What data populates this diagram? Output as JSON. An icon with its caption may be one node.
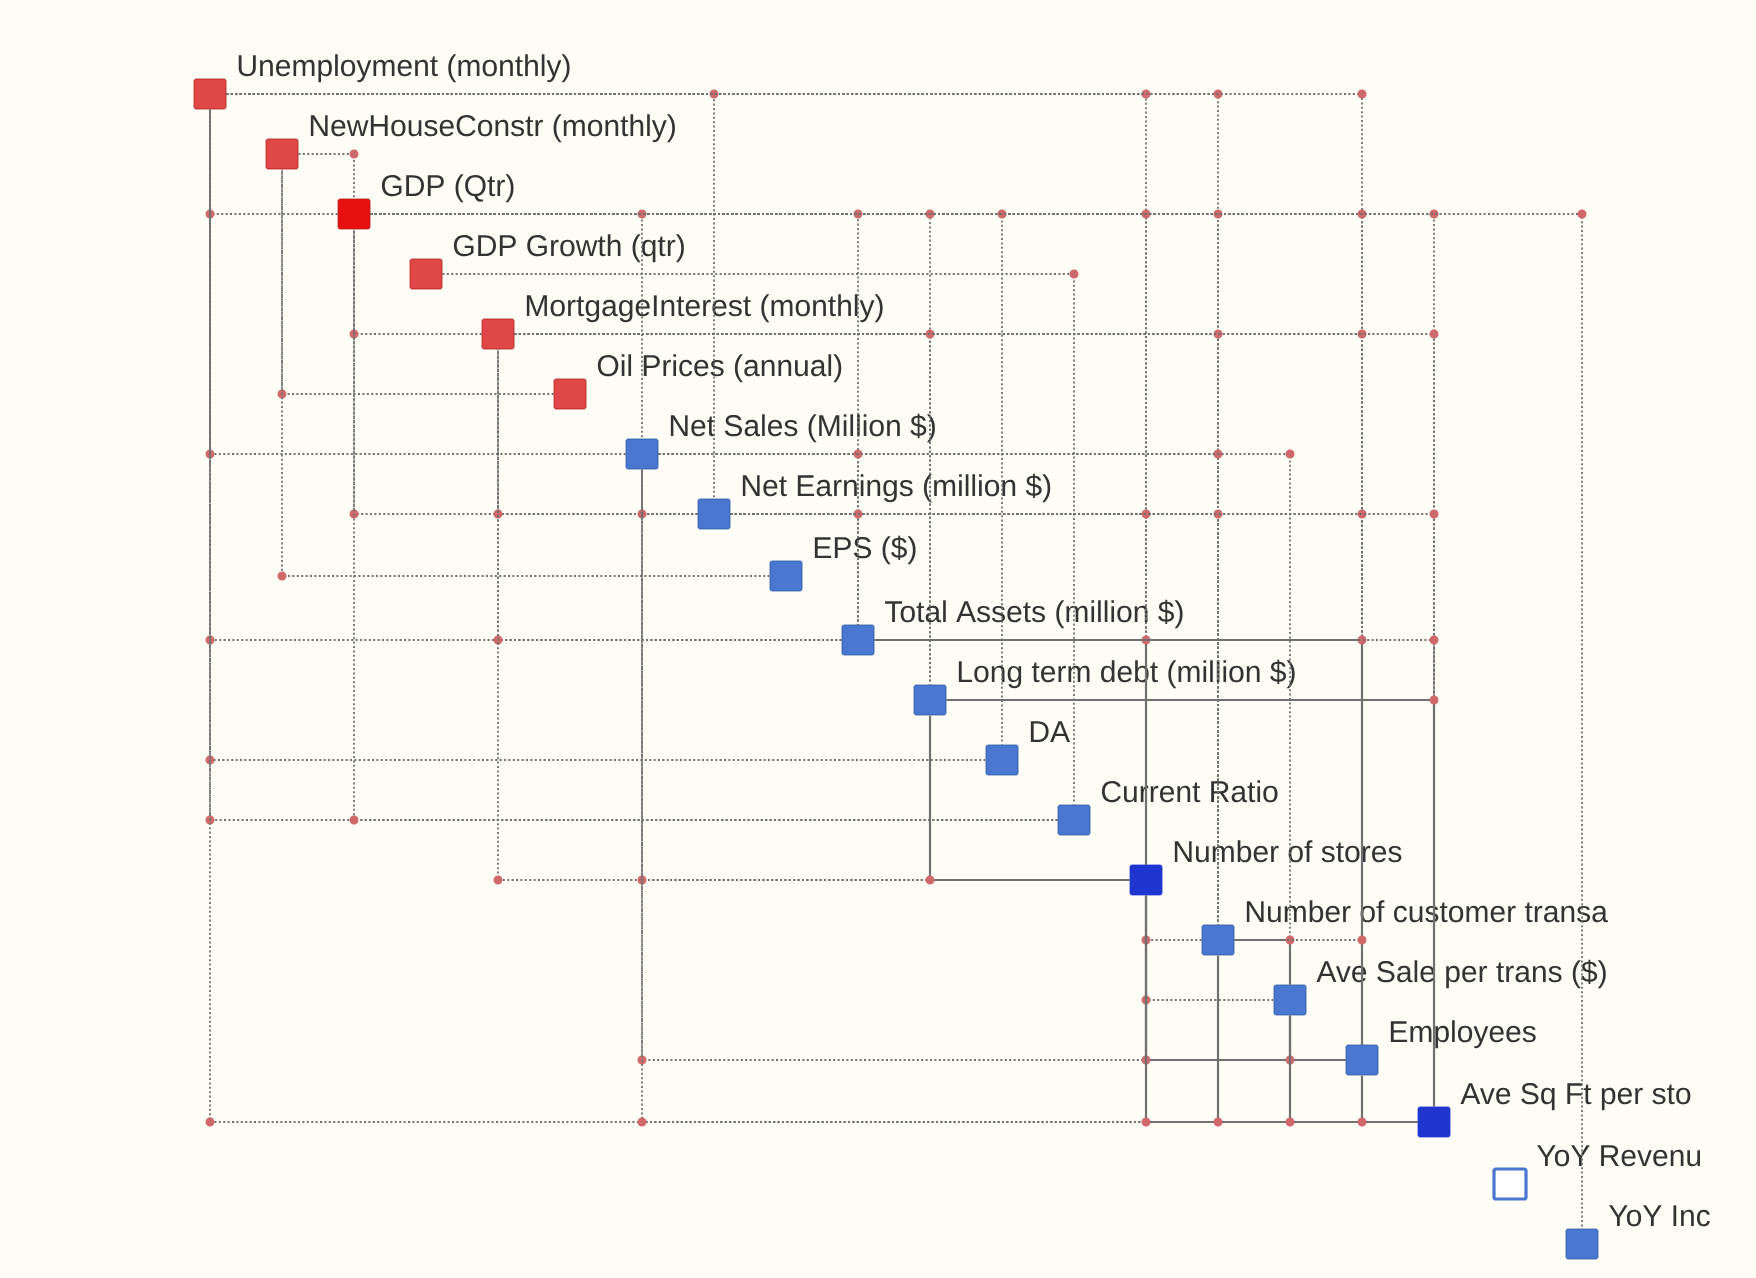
{
  "diagram": {
    "nodes": [
      {
        "text": [
          "Unemployment (monthly)"
        ]
      },
      {
        "text": [
          "NewHouseConstr (monthly)"
        ]
      },
      {
        "text": [
          "GDP (Qtr)"
        ]
      },
      {
        "text": [
          "GDP Growth (qtr)"
        ]
      },
      {
        "text": [
          "MortgageInterest (monthly)"
        ]
      },
      {
        "text": [
          "Oil Prices (annual)"
        ]
      },
      {
        "text": [
          "Net Sales (Million $)"
        ]
      },
      {
        "text": [
          "Net Earnings (million $)"
        ]
      },
      {
        "text": [
          "EPS ($)"
        ]
      },
      {
        "text": [
          "Total Assets (million $)"
        ]
      },
      {
        "text": [
          "Long term debt (million $)"
        ]
      },
      {
        "text": [
          "DA"
        ]
      },
      {
        "text": [
          "Current Ratio"
        ]
      },
      {
        "text": [
          "Number of stores"
        ]
      },
      {
        "text": [
          "Number of customer transa"
        ]
      },
      {
        "text": [
          "Ave Sale per trans ($)"
        ]
      },
      {
        "text": [
          "Employees"
        ]
      },
      {
        "text": [
          "Ave Sq Ft per sto"
        ]
      },
      {
        "text": [
          "YoY Revenu"
        ]
      },
      {
        "text": [
          "YoY Inc"
        ]
      }
    ],
    "edges": [
      {
        "from": 0,
        "to": 7,
        "arrow": "none",
        "style": "dashed"
      },
      {
        "from": 0,
        "to": 13,
        "arrow": "none",
        "style": "dashed"
      },
      {
        "from": 0,
        "to": 14,
        "arrow": "none",
        "style": "dashed"
      },
      {
        "from": 0,
        "to": 16,
        "arrow": "none",
        "style": "dashed"
      },
      {
        "from": 1,
        "to": 2,
        "arrow": "none",
        "style": "dashed"
      },
      {
        "from": 2,
        "to": 0,
        "arrow": "none",
        "style": "dashed"
      },
      {
        "from": 2,
        "to": 6,
        "arrow": "none",
        "style": "dashed"
      },
      {
        "from": 2,
        "to": 9,
        "arrow": "none",
        "style": "dashed"
      },
      {
        "from": 2,
        "to": 10,
        "arrow": "none",
        "style": "dashed"
      },
      {
        "from": 2,
        "to": 11,
        "arrow": "none",
        "style": "dashed"
      },
      {
        "from": 2,
        "to": 13,
        "arrow": "none",
        "style": "dashed"
      },
      {
        "from": 2,
        "to": 14,
        "arrow": "none",
        "style": "dashed"
      },
      {
        "from": 2,
        "to": 16,
        "arrow": "none",
        "style": "dashed"
      },
      {
        "from": 2,
        "to": 17,
        "arrow": "none",
        "style": "dashed"
      },
      {
        "from": 2,
        "to": 19,
        "arrow": "none",
        "style": "dashed"
      },
      {
        "from": 3,
        "to": 12,
        "arrow": "none",
        "style": "dashed"
      },
      {
        "from": 4,
        "to": 2,
        "arrow": "none",
        "style": "dashed"
      },
      {
        "from": 4,
        "to": 10,
        "arrow": "none",
        "style": "dashed"
      },
      {
        "from": 4,
        "to": 14,
        "arrow": "none",
        "style": "dashed"
      },
      {
        "from": 4,
        "to": 16,
        "arrow": "none",
        "style": "dashed"
      },
      {
        "from": 4,
        "to": 17,
        "arrow": "none",
        "style": "dashed"
      },
      {
        "from": 5,
        "to": 1,
        "arrow": "none",
        "style": "dashed"
      },
      {
        "from": 6,
        "to": 0,
        "arrow": "none",
        "style": "dashed"
      },
      {
        "from": 6,
        "to": 9,
        "arrow": "none",
        "style": "dashed"
      },
      {
        "from": 6,
        "to": 14,
        "arrow": "none",
        "style": "dashed"
      },
      {
        "from": 6,
        "to": 15,
        "arrow": "none",
        "style": "dashed"
      },
      {
        "from": 7,
        "to": 2,
        "arrow": "none",
        "style": "dashed"
      },
      {
        "from": 7,
        "to": 4,
        "arrow": "none",
        "style": "dashed"
      },
      {
        "from": 7,
        "to": 6,
        "arrow": "none",
        "style": "dashed"
      },
      {
        "from": 7,
        "to": 9,
        "arrow": "none",
        "style": "dashed"
      },
      {
        "from": 7,
        "to": 13,
        "arrow": "none",
        "style": "dashed"
      },
      {
        "from": 7,
        "to": 14,
        "arrow": "none",
        "style": "dashed"
      },
      {
        "from": 7,
        "to": 16,
        "arrow": "none",
        "style": "dashed"
      },
      {
        "from": 7,
        "to": 17,
        "arrow": "none",
        "style": "dashed"
      },
      {
        "from": 8,
        "to": 1,
        "arrow": "none",
        "style": "dashed"
      },
      {
        "from": 9,
        "to": 0,
        "arrow": "none",
        "style": "dashed"
      },
      {
        "from": 9,
        "to": 4,
        "arrow": "none",
        "style": "dashed"
      },
      {
        "from": 9,
        "to": 13,
        "arrow": "none"
      },
      {
        "from": 9,
        "to": 16,
        "arrow": "none"
      },
      {
        "from": 9,
        "to": 17,
        "arrow": "none",
        "style": "dashed"
      },
      {
        "from": 10,
        "to": 17,
        "arrow": "none"
      },
      {
        "from": 11,
        "to": 0,
        "arrow": "none",
        "style": "dashed"
      },
      {
        "from": 12,
        "to": 0,
        "arrow": "none",
        "style": "dashed"
      },
      {
        "from": 12,
        "to": 2,
        "arrow": "none",
        "style": "dashed"
      },
      {
        "from": 13,
        "to": 4,
        "arrow": "none",
        "style": "dashed"
      },
      {
        "from": 13,
        "to": 6,
        "arrow": "none",
        "style": "dashed"
      },
      {
        "from": 13,
        "to": 10,
        "arrow": "none"
      },
      {
        "from": 14,
        "to": 13,
        "arrow": "none",
        "style": "dashed"
      },
      {
        "from": 14,
        "to": 15,
        "arrow": "none"
      },
      {
        "from": 14,
        "to": 16,
        "arrow": "none",
        "style": "dashed"
      },
      {
        "from": 15,
        "to": 13,
        "arrow": "none",
        "style": "dashed"
      },
      {
        "from": 16,
        "to": 6,
        "arrow": "none",
        "style": "dashed"
      },
      {
        "from": 16,
        "to": 13,
        "arrow": "none"
      },
      {
        "from": 16,
        "to": 15,
        "arrow": "none"
      },
      {
        "from": 17,
        "to": 0,
        "arrow": "none",
        "style": "dashed"
      },
      {
        "from": 17,
        "to": 6,
        "arrow": "none",
        "style": "dashed"
      },
      {
        "from": 17,
        "to": 13,
        "arrow": "none"
      },
      {
        "from": 17,
        "to": 14,
        "arrow": "none"
      },
      {
        "from": 17,
        "to": 15,
        "arrow": "none"
      },
      {
        "from": 17,
        "to": 16,
        "arrow": "none"
      }
    ]
  }
}
